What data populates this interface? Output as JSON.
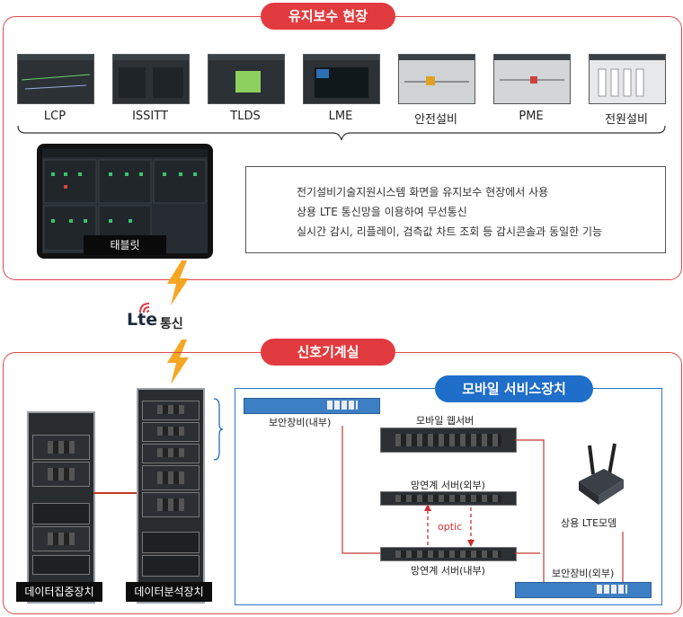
{
  "sections": {
    "field": {
      "title": "유지보수 현장"
    },
    "room": {
      "title": "신호기계실"
    },
    "mobile": {
      "title": "모바일 서비스장치"
    }
  },
  "systems": [
    "LCP",
    "ISSITT",
    "TLDS",
    "LME",
    "안전설비",
    "PME",
    "전원설비"
  ],
  "tablet": {
    "label": "태블릿"
  },
  "info": {
    "lines": [
      "전기설비기술지원시스템 화면을 유지보수 현장에서 사용",
      "상용 LTE 통신망을 이용하여 무선통신",
      "실시간 감시, 리플레이, 검측값 차트 조회 등 감시콘솔과 동일한 기능"
    ]
  },
  "lte": {
    "logo": "Lte",
    "label": "통신"
  },
  "racks": {
    "collector": "데이터집중장치",
    "analyzer": "데이터분석장치"
  },
  "mobile_devices": {
    "fw_internal": "보안장비(내부)",
    "web_server": "모바일 웹서버",
    "link_external": "망연계 서버(외부)",
    "optic": "optic",
    "link_internal": "망연계 서버(내부)",
    "lte_modem": "상용 LTE모뎀",
    "fw_external": "보안장비(외부)"
  },
  "colors": {
    "accent_red": "#e23b3f",
    "accent_blue": "#1f6ec9",
    "lightning": "#f5a623"
  }
}
